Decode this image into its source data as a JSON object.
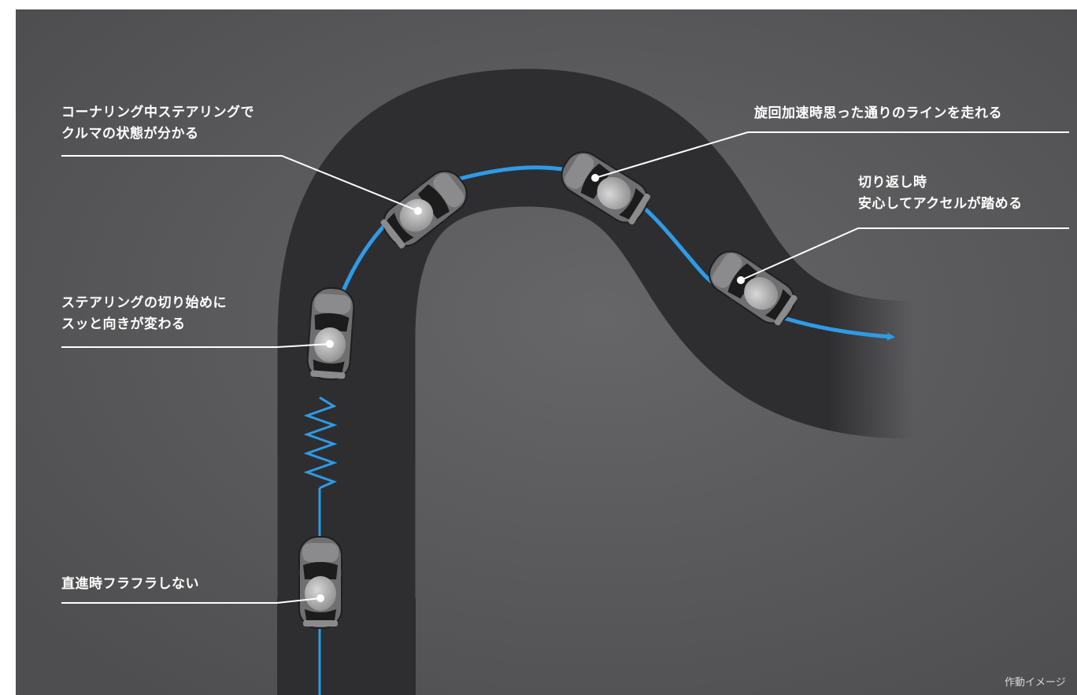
{
  "callouts": {
    "cornering": {
      "line1": "コーナリング中ステアリングで",
      "line2": "クルマの状態が分かる"
    },
    "steering_start": {
      "line1": "ステアリングの切り始めに",
      "line2": "スッと向きが変わる"
    },
    "straight": {
      "line1": "直進時フラフラしない"
    },
    "turn_accel": {
      "line1": "旋回加速時思った通りのラインを走れる"
    },
    "switchback": {
      "line1": "切り返し時",
      "line2": "安心してアクセルが踏める"
    }
  },
  "note": "作動イメージ",
  "colors": {
    "background": "#5a5a5c",
    "road": "#2f2f31",
    "path": "#2f9be6",
    "car_body": "#7a7a7c",
    "leader_line": "#ffffff"
  }
}
